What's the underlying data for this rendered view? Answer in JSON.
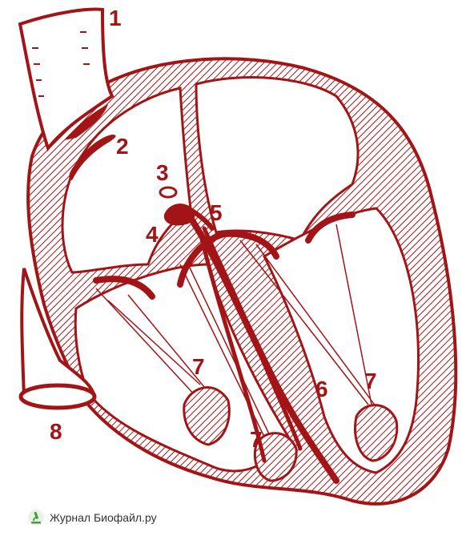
{
  "colors": {
    "ink": "#a31416",
    "ink_dark": "#8b0f12",
    "footer_text": "#333333",
    "logo_green": "#3f9e3a"
  },
  "labels": {
    "n1": "1",
    "n2": "2",
    "n3": "3",
    "n4": "4",
    "n5": "5",
    "n6": "6",
    "n7a": "7",
    "n7b": "7",
    "n7c": "7",
    "n8": "8"
  },
  "footer": {
    "text": "Журнал Биофайл.ру",
    "logo_icon": "microscope-icon"
  }
}
